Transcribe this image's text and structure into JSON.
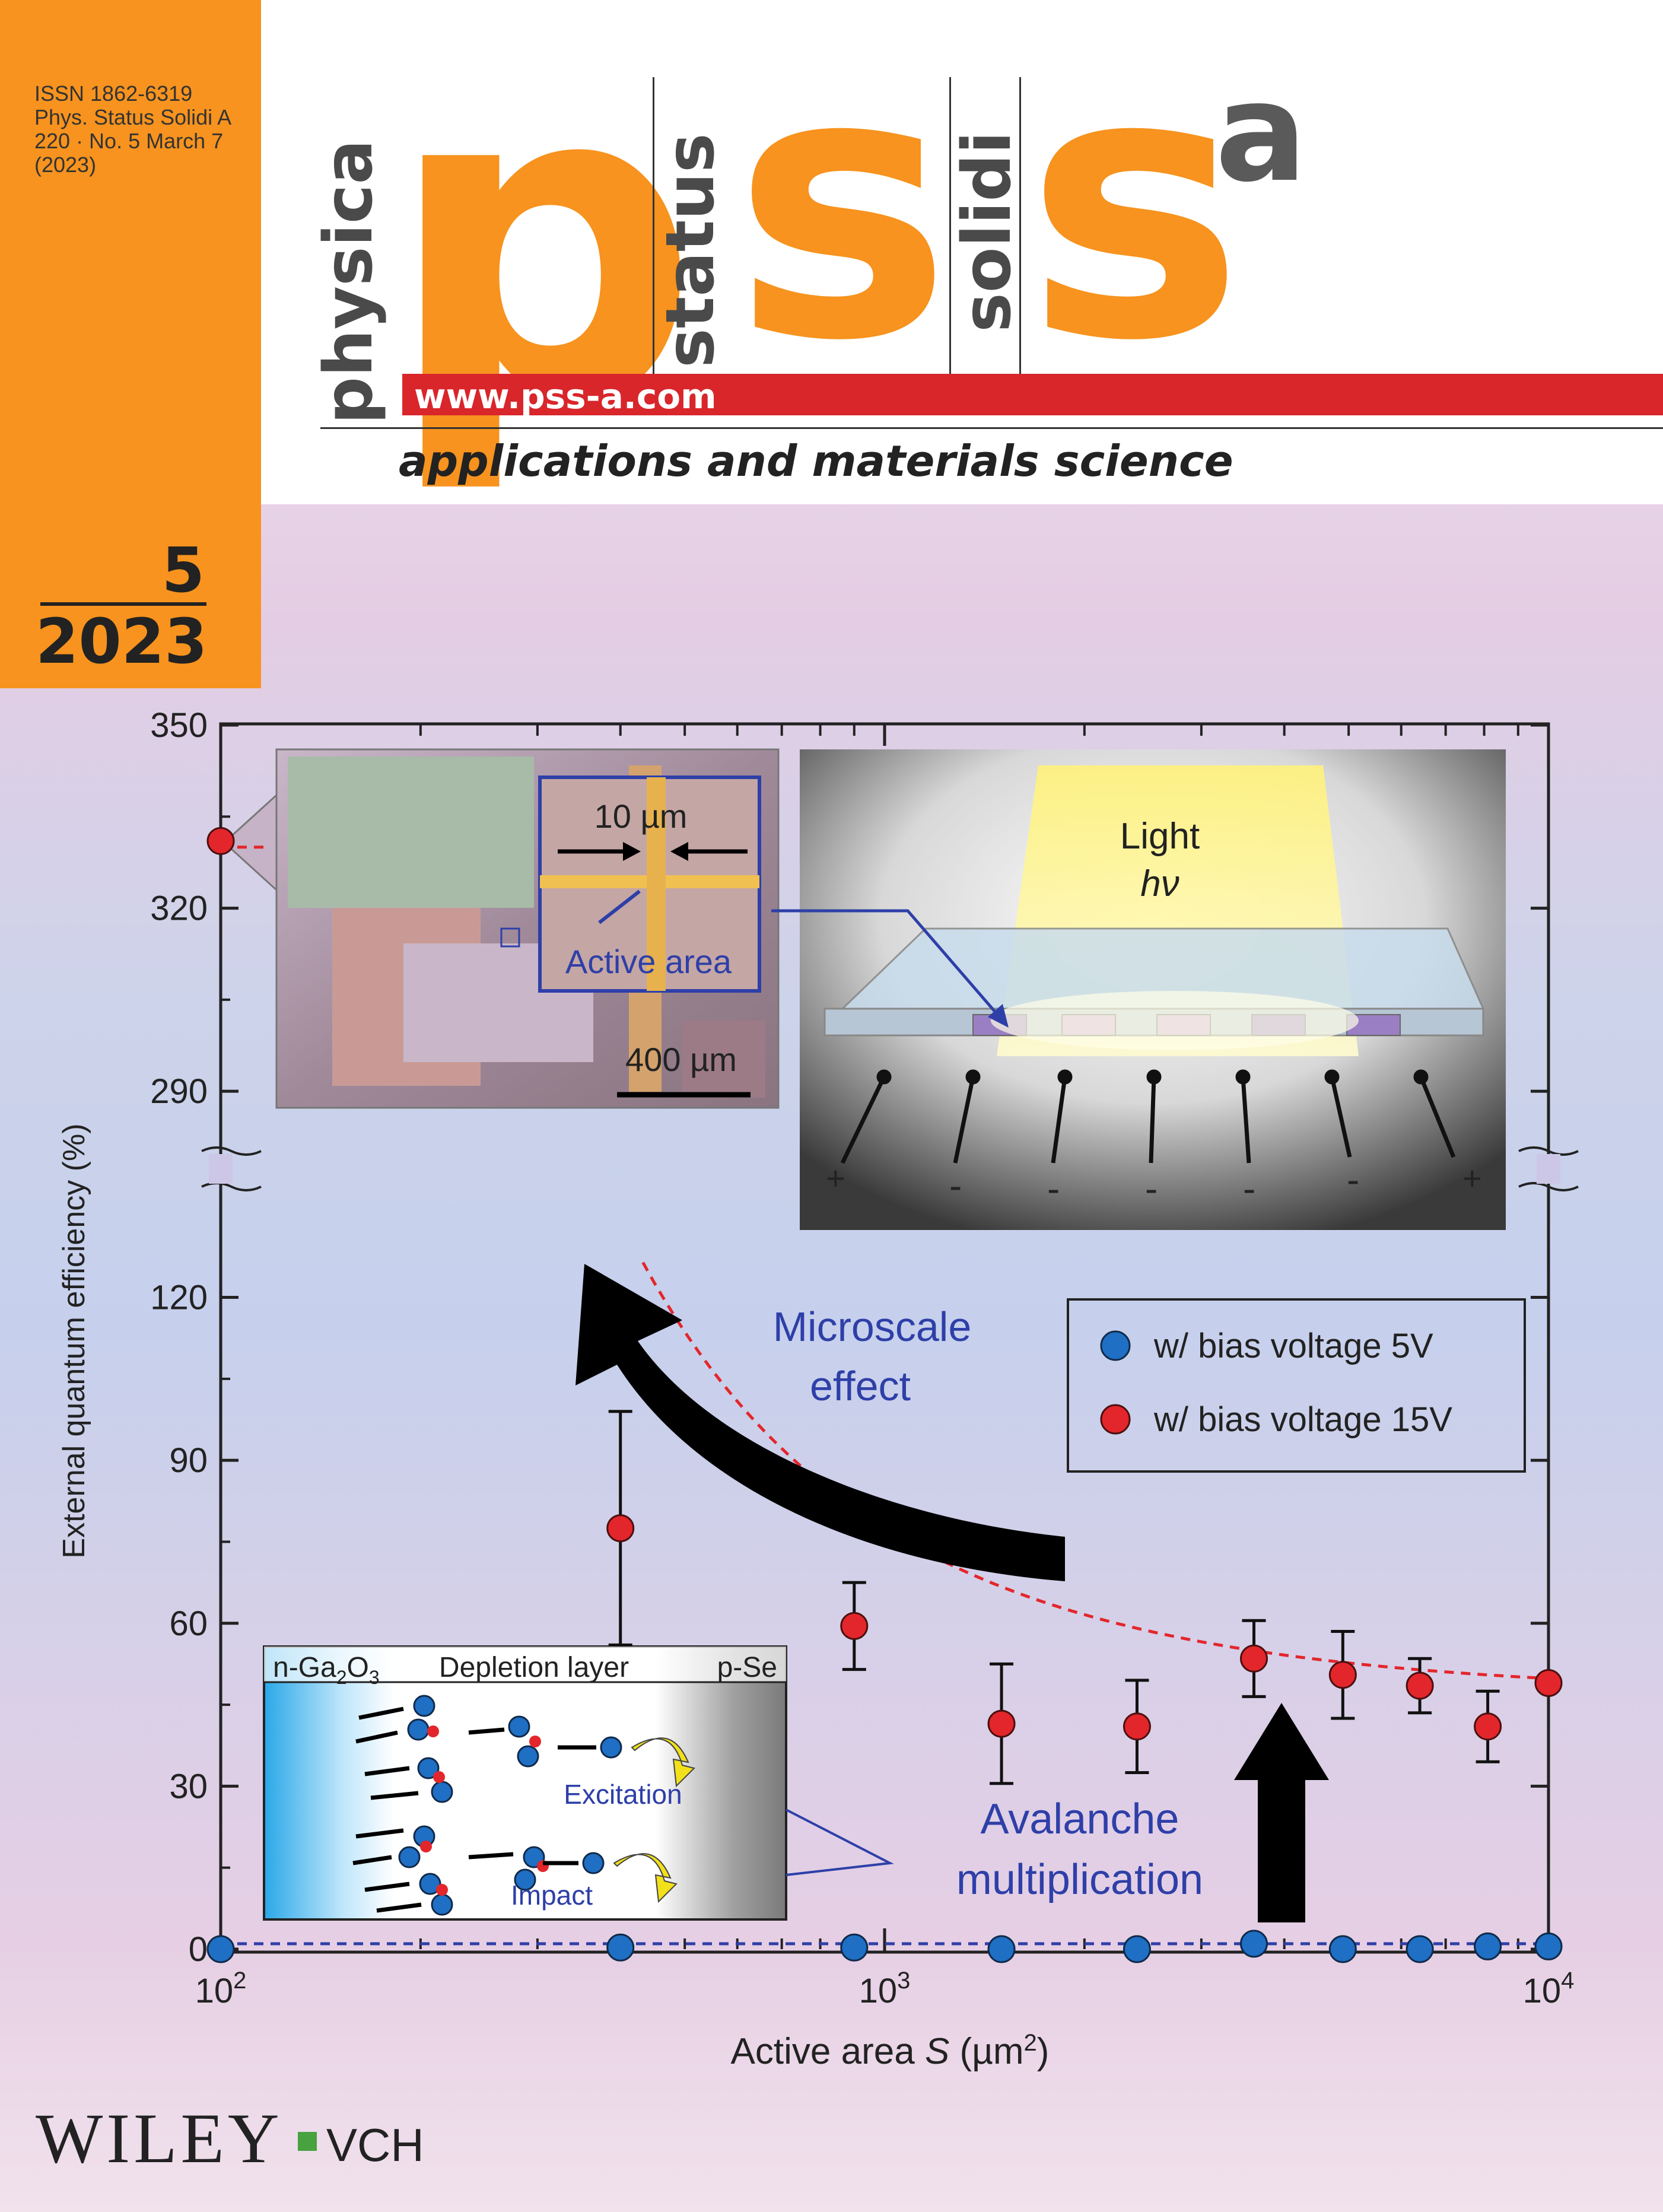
{
  "journal": {
    "issn_lines": [
      "ISSN 1862-6319",
      "Phys. Status Solidi A",
      "220 · No. 5 March 7",
      "(2023)"
    ],
    "word_physica": "physica",
    "word_status": "status",
    "word_solidi": "solidi",
    "letter_p": "p",
    "letter_s1": "s",
    "letter_s2": "s",
    "letter_a": "a",
    "url": "www.pss-a.com",
    "tagline": "applications and materials science",
    "issue_number": "5",
    "issue_year": "2023",
    "publisher": "WILEY",
    "publisher_suffix": "VCH"
  },
  "colors": {
    "orange": "#f7931e",
    "red_bar": "#d8262b",
    "series_5v": "#1f6fc4",
    "series_15v": "#e3262b",
    "annotation_blue": "#2e3fa8"
  },
  "chart_data": {
    "type": "scatter",
    "x_scale": "log",
    "xlim": [
      100,
      10000
    ],
    "ylim_lower": [
      0,
      130
    ],
    "ylim_upper": [
      280,
      350
    ],
    "y_ticks_lower": [
      "0",
      "30",
      "60",
      "90",
      "120"
    ],
    "y_ticks_upper": [
      "290",
      "320",
      "350"
    ],
    "ylabel": "External quantum efficiency (%)",
    "xlabel_main": "Active area ",
    "xlabel_var": "S",
    "xlabel_unit": " (µm",
    "xlabel_sup": "2",
    "xlabel_close": ")",
    "x_tick_labels": [
      {
        "base": "10",
        "exp": "2"
      },
      {
        "base": "10",
        "exp": "3"
      },
      {
        "base": "10",
        "exp": "4"
      }
    ],
    "series": [
      {
        "name": "w/ bias voltage 5V",
        "x": [
          100,
          400,
          900,
          1500,
          2400,
          3600,
          4900,
          6400,
          8100,
          10000
        ],
        "y": [
          0,
          0.3,
          0.3,
          0,
          0,
          1,
          0,
          0,
          0.5,
          0.5
        ]
      },
      {
        "name": "w/ bias voltage 15V",
        "x": [
          100,
          400,
          900,
          1500,
          2400,
          3600,
          4900,
          6400,
          8100,
          10000
        ],
        "y": [
          331,
          77.5,
          59.5,
          41.5,
          41,
          53.5,
          50.5,
          48.5,
          41,
          49
        ],
        "err": [
          0,
          21.5,
          8,
          11,
          8.5,
          7,
          8,
          5,
          6.5,
          0
        ]
      }
    ],
    "fit_curves": "dashed",
    "annotations": {
      "microscale_1": "Microscale",
      "microscale_2": "effect",
      "avalanche_1": "Avalanche",
      "avalanche_2": "multiplication",
      "scale_small": "10 µm",
      "active_area": "Active area",
      "scale_large": "400 µm",
      "light": "Light",
      "hnu": "hν",
      "n_side": "n-Ga",
      "n_sub1": "2",
      "n_o": "O",
      "n_sub2": "3",
      "depletion": "Depletion layer",
      "p_side": "p-Se",
      "excitation": "Excitation",
      "impact": "Impact",
      "electrode_signs": [
        "+",
        "-",
        "-",
        "-",
        "-",
        "-",
        "+"
      ]
    }
  }
}
